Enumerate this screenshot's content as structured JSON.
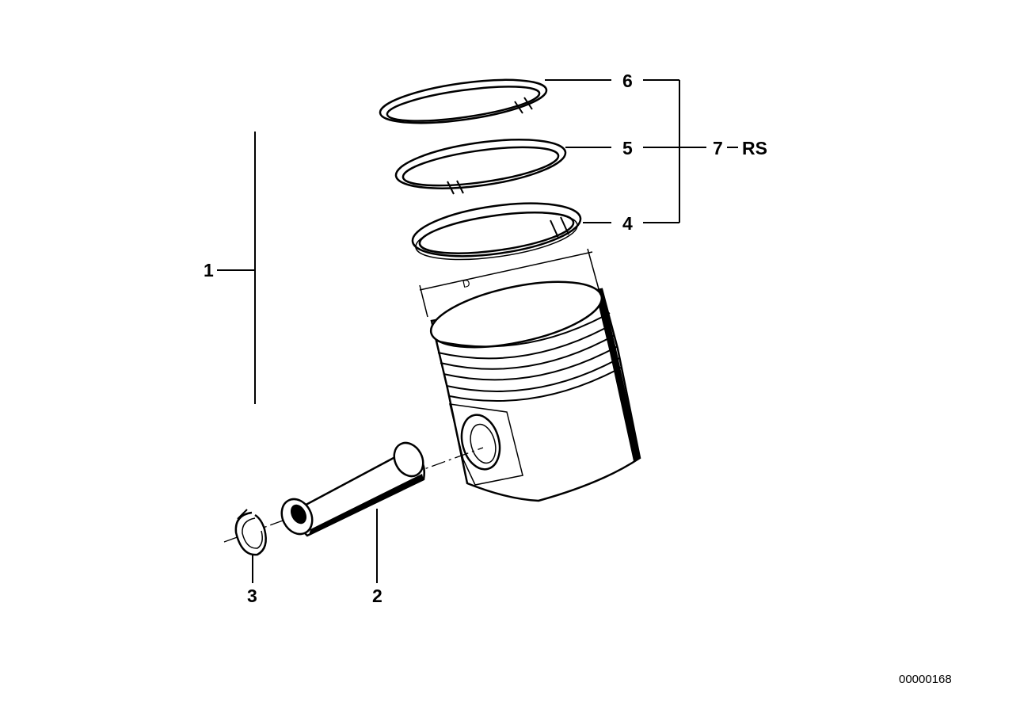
{
  "callouts": {
    "piston_assembly": "1",
    "piston_pin": "2",
    "circlip": "3",
    "ring_4": "4",
    "ring_5": "5",
    "ring_6": "6",
    "ring_set": "7",
    "ring_set_suffix": "RS"
  },
  "dimension_label": "D",
  "document_id": "00000168"
}
